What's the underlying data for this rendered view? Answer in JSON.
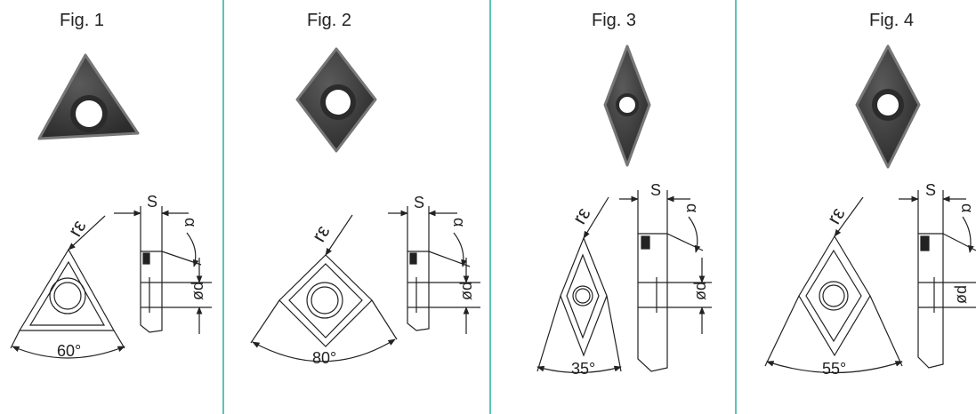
{
  "figures": [
    {
      "title": "Fig. 1",
      "corner_radius_label": "rε",
      "thickness_label": "S",
      "clearance_label": "α",
      "hole_label": "ød",
      "angle_label": "60°"
    },
    {
      "title": "Fig. 2",
      "corner_radius_label": "rε",
      "thickness_label": "S",
      "clearance_label": "α",
      "hole_label": "ød",
      "angle_label": "80°"
    },
    {
      "title": "Fig. 3",
      "corner_radius_label": "rε",
      "thickness_label": "S",
      "clearance_label": "α",
      "hole_label": "ød",
      "angle_label": "35°"
    },
    {
      "title": "Fig. 4",
      "corner_radius_label": "rε",
      "thickness_label": "S",
      "clearance_label": "α",
      "hole_label": "ød",
      "angle_label": "55°"
    }
  ],
  "colors": {
    "divider": "#5fc2b6",
    "insert_body": "#3c3c3c",
    "insert_edge": "#6b6b6b",
    "line": "#222222"
  }
}
